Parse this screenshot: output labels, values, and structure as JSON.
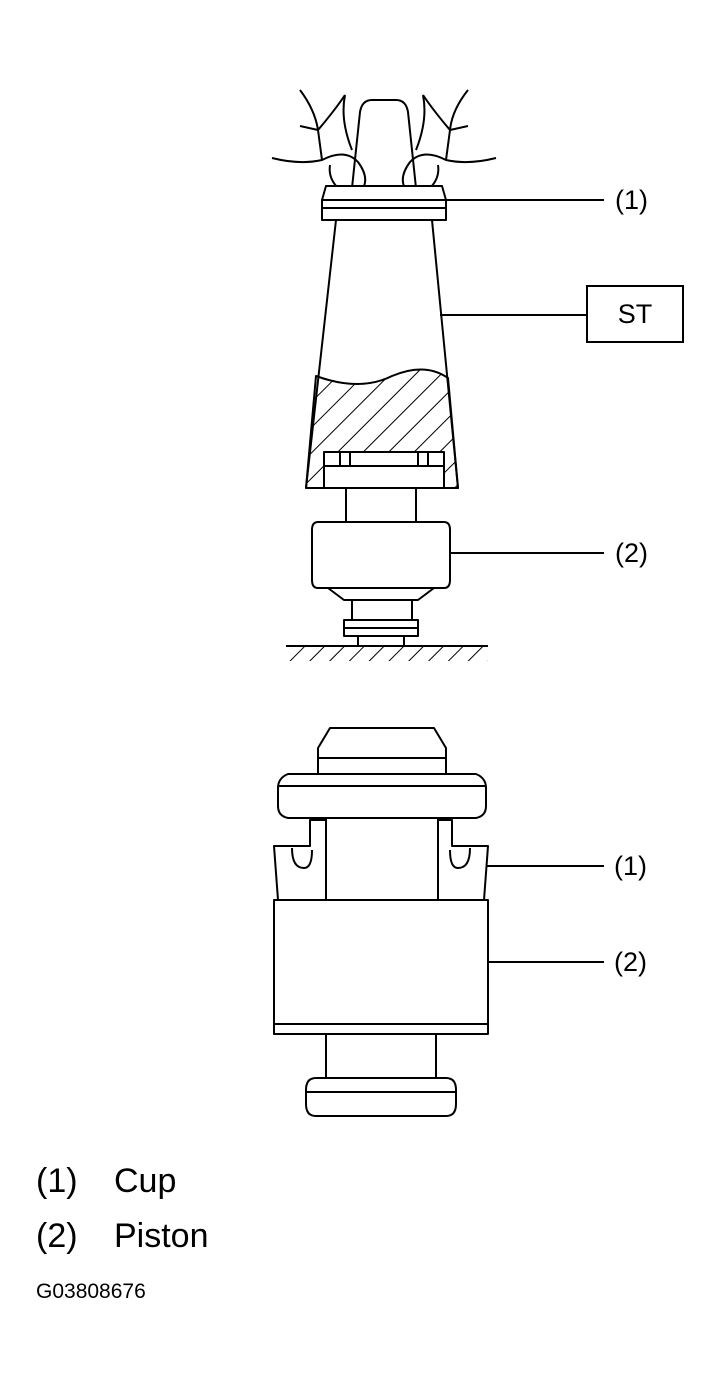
{
  "callouts": {
    "top_cup": "(1)",
    "tool": "ST",
    "top_piston": "(2)",
    "bottom_cup": "(1)",
    "bottom_piston": "(2)"
  },
  "legend": [
    {
      "number": "(1)",
      "label": "Cup"
    },
    {
      "number": "(2)",
      "label": "Piston"
    }
  ],
  "figure_code": "G03808676"
}
